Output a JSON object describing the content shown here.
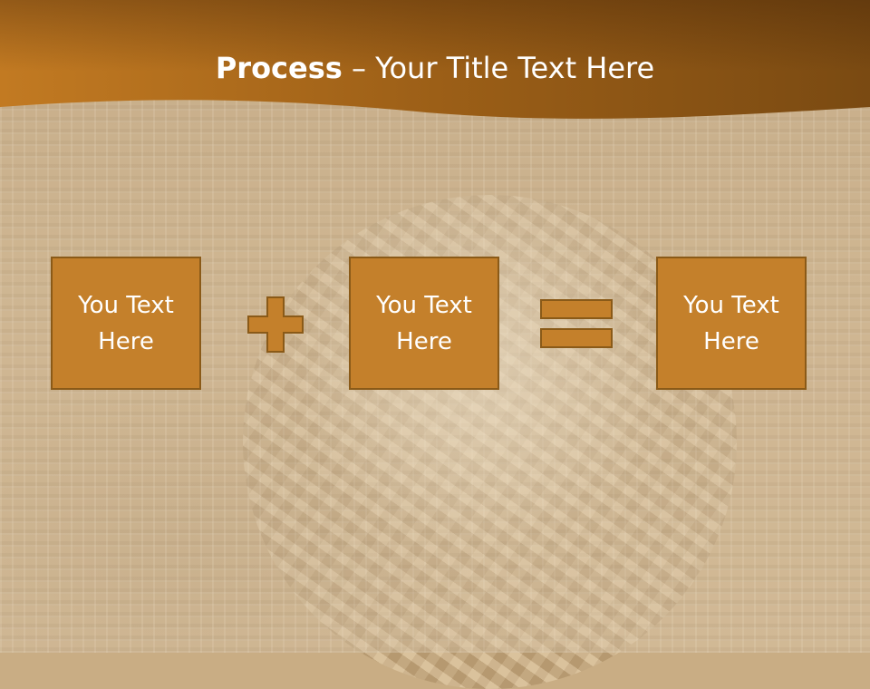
{
  "slide": {
    "title_bold": "Process",
    "title_rest": " – Your Title Text Here"
  },
  "process": {
    "boxes": [
      {
        "text": "You Text\nHere"
      },
      {
        "text": "You Text\nHere"
      },
      {
        "text": "You Text\nHere"
      }
    ],
    "operators": [
      "plus-icon",
      "equals-icon"
    ]
  },
  "colors": {
    "header": "#a4651a",
    "box_fill": "#c4802b",
    "box_border": "#8a5a18",
    "text": "#ffffff"
  }
}
